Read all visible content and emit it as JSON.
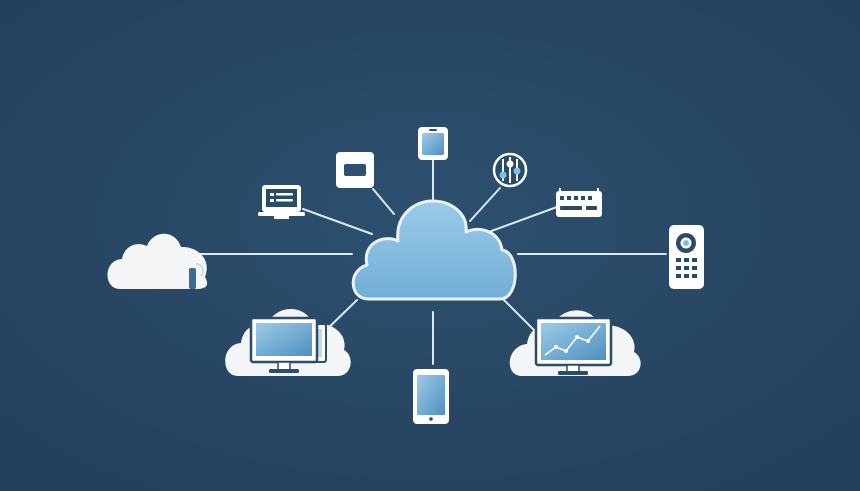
{
  "colors": {
    "background": "#2a4b68",
    "background_shade": "#264562",
    "connector": "#dce8f1",
    "device_fill": "#ffffff",
    "device_outline": "#2b4d69",
    "screen_blue": "#5b9cc9",
    "screen_light": "#9ccbe8",
    "hub_cloud": "#86bee1",
    "hub_cloud_outline": "#e9f2f8",
    "side_cloud": "#f3f5f6"
  },
  "diagram": {
    "hub": "cloud-network-hub-icon",
    "nodes": [
      {
        "name": "wall-panel-node",
        "icon": "wall-panel-icon"
      },
      {
        "name": "tablet-node",
        "icon": "tablet-icon"
      },
      {
        "name": "control-dial-node",
        "icon": "control-dial-icon"
      },
      {
        "name": "laptop-node",
        "icon": "laptop-icon"
      },
      {
        "name": "router-node",
        "icon": "router-icon"
      },
      {
        "name": "cloud-storage-node",
        "icon": "cloud-storage-icon"
      },
      {
        "name": "remote-control-node",
        "icon": "remote-control-icon"
      },
      {
        "name": "desktop-cloud-node",
        "icon": "desktop-monitor-icon"
      },
      {
        "name": "smartphone-node",
        "icon": "smartphone-icon"
      },
      {
        "name": "analytics-monitor-node",
        "icon": "analytics-monitor-icon"
      }
    ]
  }
}
